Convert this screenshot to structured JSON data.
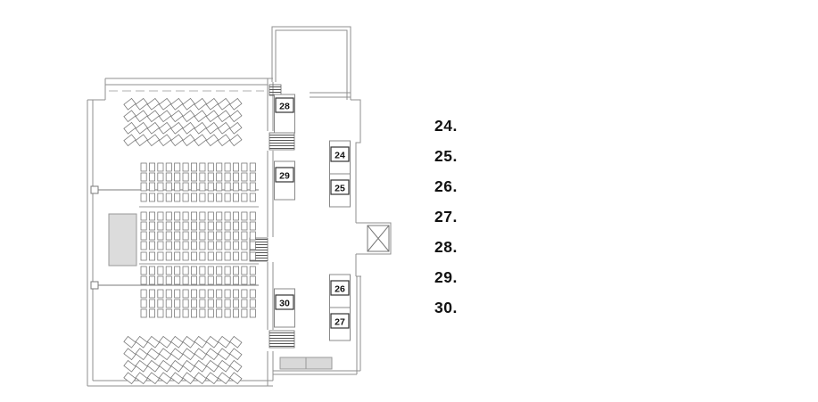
{
  "plan": {
    "cabinets": {
      "c24": "24",
      "c25": "25",
      "c26": "26",
      "c27": "27",
      "c28": "28",
      "c29": "29",
      "c30": "30"
    }
  },
  "legend": {
    "items": [
      {
        "number": "24."
      },
      {
        "number": "25."
      },
      {
        "number": "26."
      },
      {
        "number": "27."
      },
      {
        "number": "28."
      },
      {
        "number": "29."
      },
      {
        "number": "30."
      }
    ]
  }
}
